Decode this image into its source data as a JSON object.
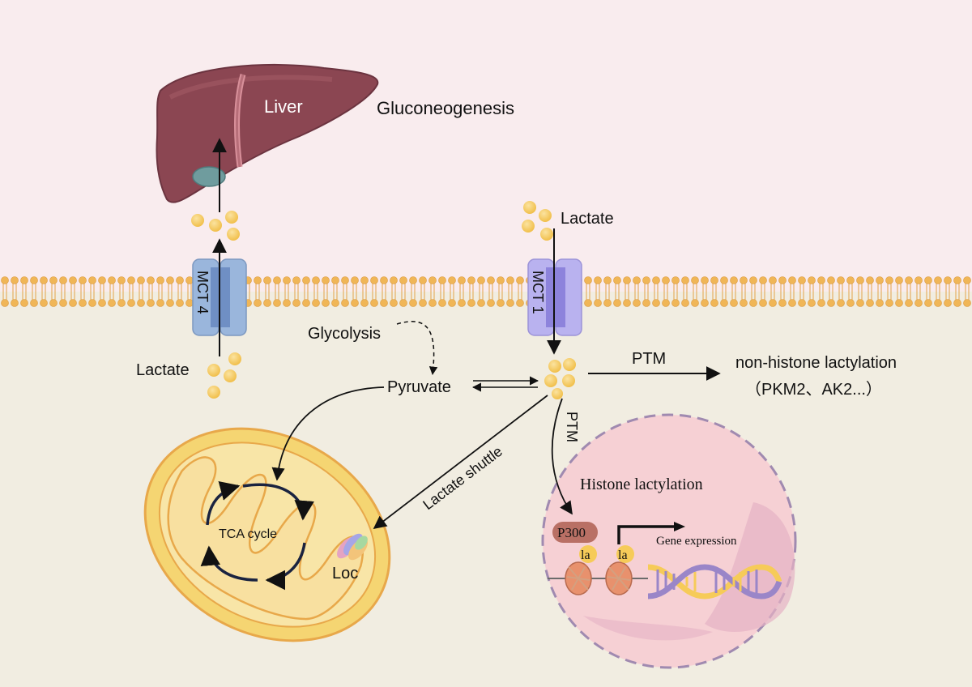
{
  "labels": {
    "liver": "Liver",
    "gluconeogenesis": "Gluconeogenesis",
    "lactate_top": "Lactate",
    "lactate_left": "Lactate",
    "mct4": "MCT 4",
    "mct1": "MCT 1",
    "glycolysis": "Glycolysis",
    "pyruvate": "Pyruvate",
    "ptm_right": "PTM",
    "ptm_down": "PTM",
    "non_histone": "non-histone lactylation",
    "non_histone_examples": "（PKM2、AK2...）",
    "lactate_shuttle": "Lactate shuttle",
    "tca": "TCA cycle",
    "loc": "Loc",
    "histone": "Histone lactylation",
    "p300": "P300",
    "la1": "la",
    "la2": "la",
    "gene_expression": "Gene expression"
  },
  "colors": {
    "extracellular": "#f9ecee",
    "cytoplasm": "#f1ede1",
    "membrane_head": "#f0b657",
    "mct4": "#9ab6dc",
    "mct1": "#b9b2ef",
    "lactate": "#f6cb59",
    "mito_outer": "#f5d572",
    "mito_inner": "#f8e5a7",
    "mito_edge": "#e8a84a",
    "nucleus": "#f6d0d4",
    "nucleus_edge": "#a08ab0",
    "liver": "#8b4652",
    "p300": "#b97065"
  }
}
